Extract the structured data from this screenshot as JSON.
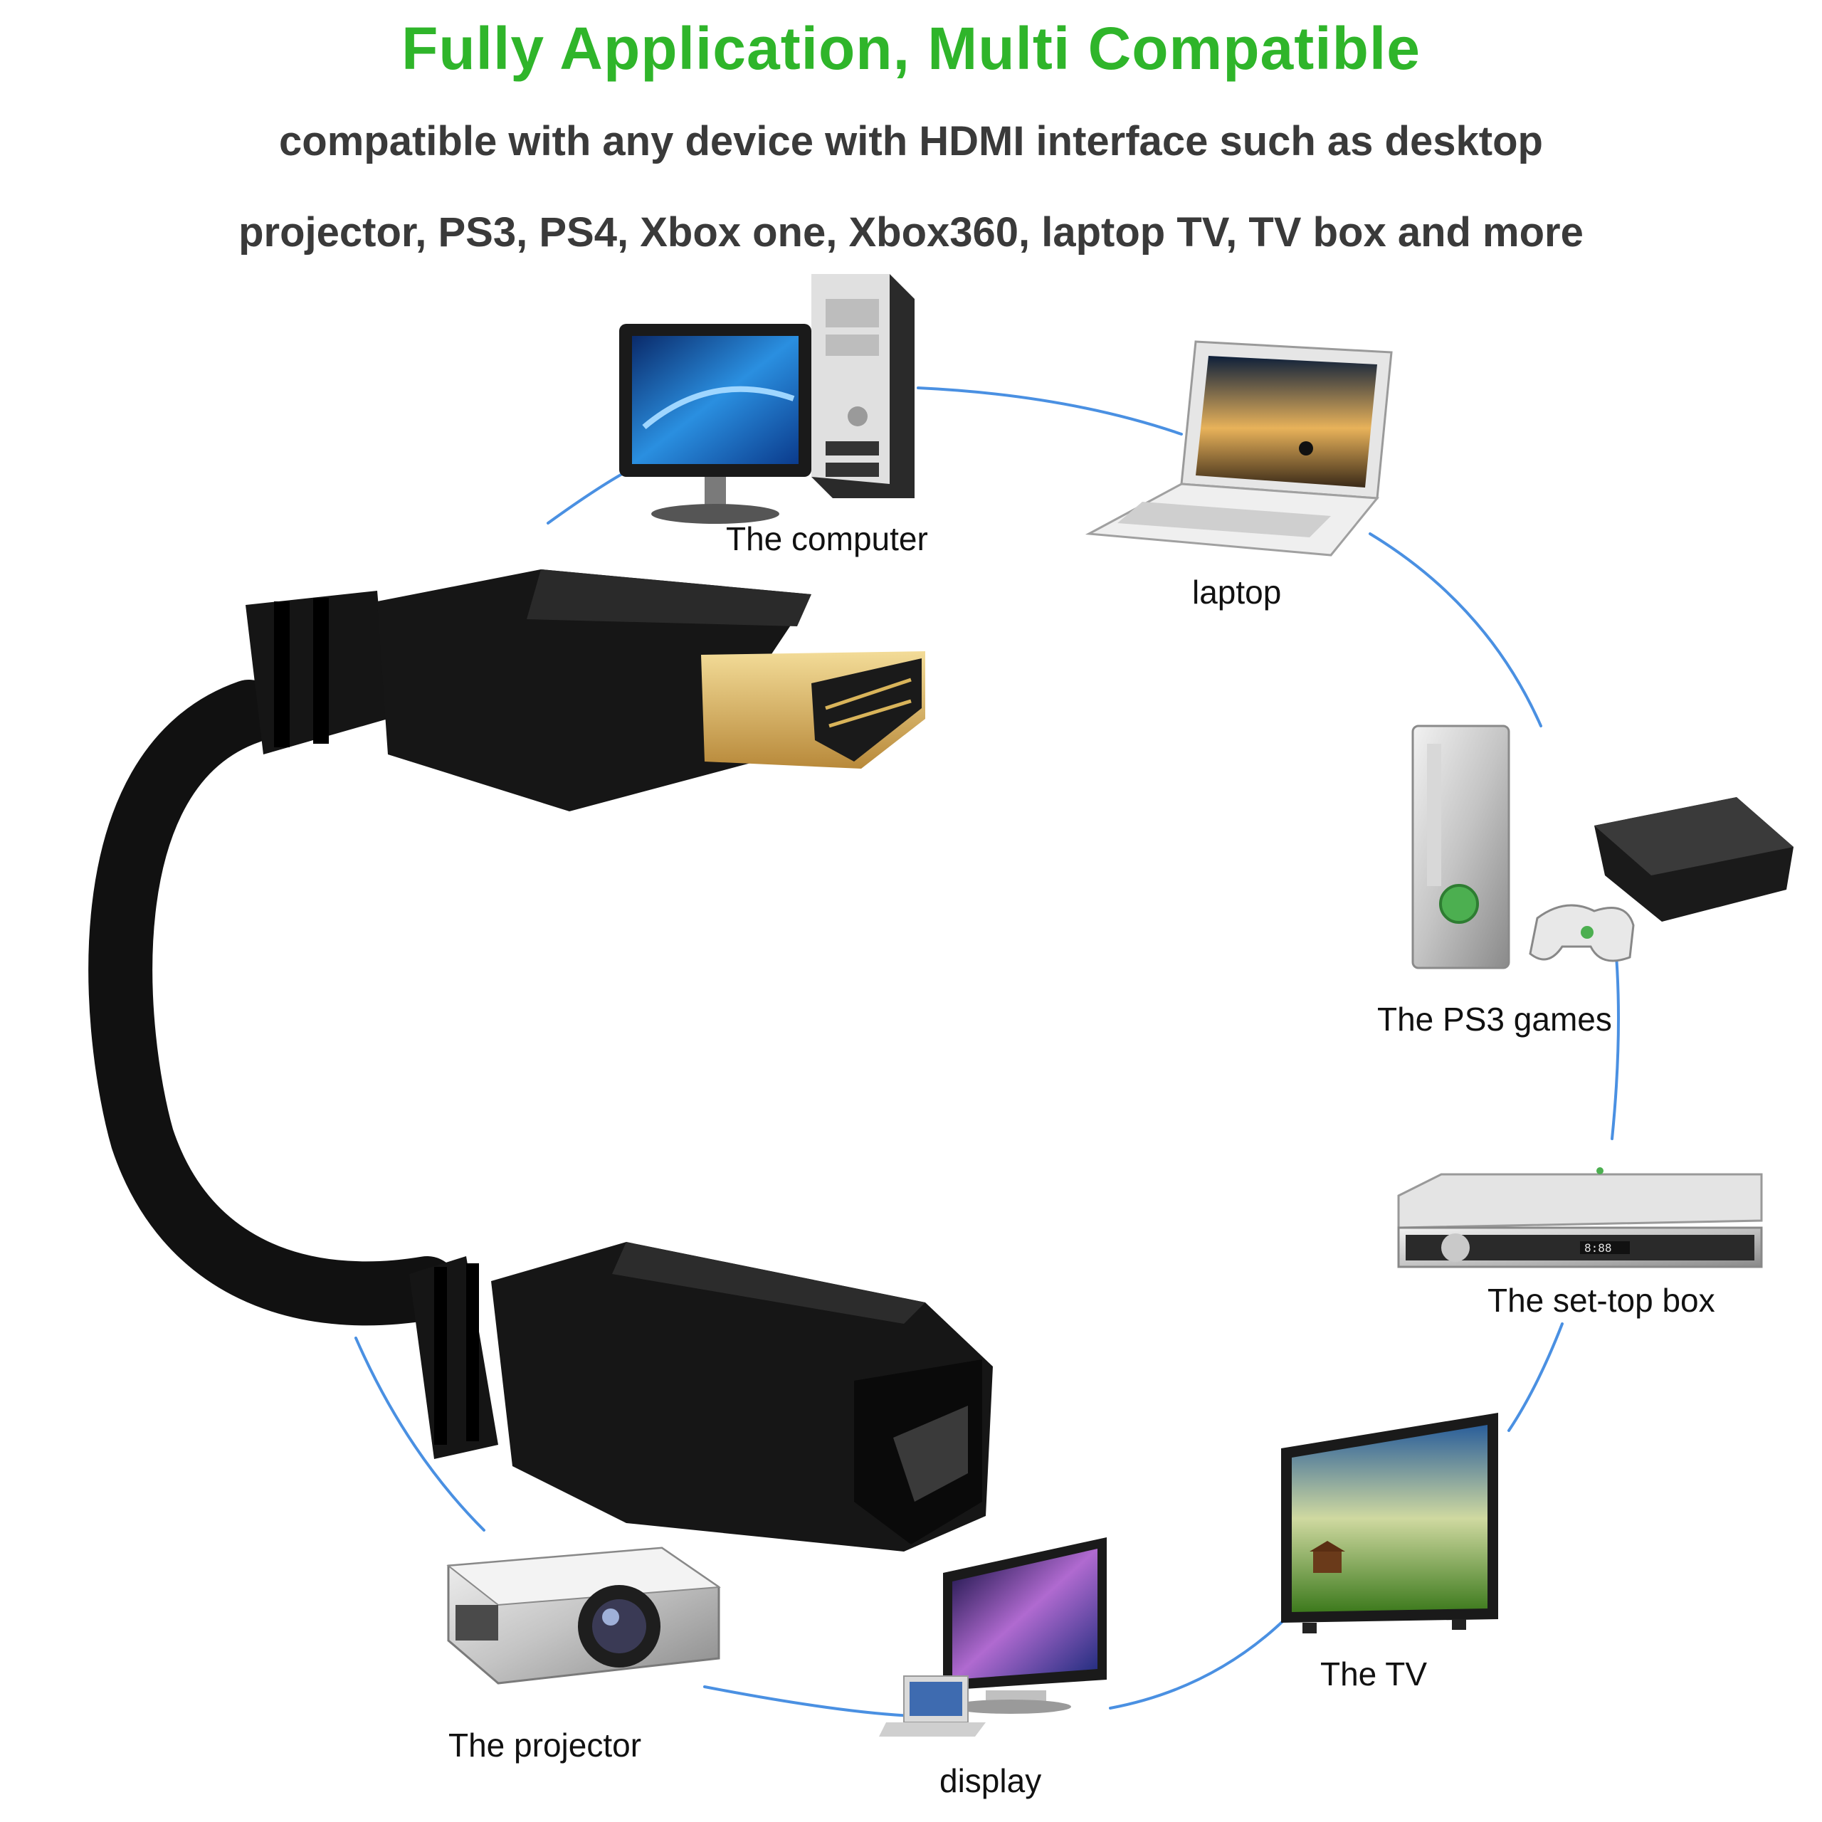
{
  "headline": "Fully Application, Multi Compatible",
  "subtitle_line1": "compatible with any device with HDMI interface such as desktop",
  "subtitle_line2": "projector, PS3, PS4, Xbox one, Xbox360, laptop TV, TV box and more",
  "devices": {
    "computer": {
      "label": "The computer",
      "icon": "desktop-computer-icon"
    },
    "laptop": {
      "label": "laptop",
      "icon": "laptop-icon"
    },
    "ps3": {
      "label": "The PS3 games",
      "icon": "game-console-icon"
    },
    "settop": {
      "label": "The set-top box",
      "icon": "set-top-box-icon"
    },
    "tv": {
      "label": "The TV",
      "icon": "tv-icon"
    },
    "display": {
      "label": "display",
      "icon": "monitor-icon"
    },
    "projector": {
      "label": "The projector",
      "icon": "projector-icon"
    }
  },
  "colors": {
    "headline": "#2fb52a",
    "subtitle": "#3a3a3a",
    "connector_line": "#4a90e2",
    "cable": "#111111",
    "gold_plug": "#d9b45a"
  }
}
